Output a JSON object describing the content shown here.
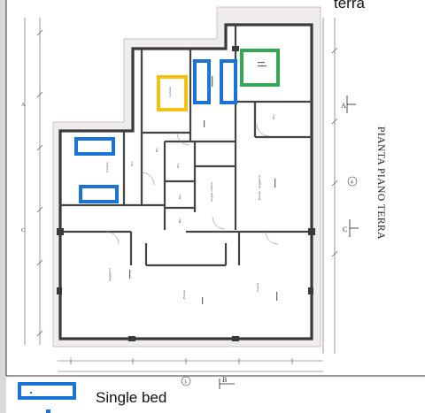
{
  "top_fragment": "terra",
  "plan_title": "PIANTA PIANO TERRA",
  "legend": {
    "single_bed_label": "Single bed"
  },
  "markers": {
    "a": "A",
    "c": "C",
    "b": "B",
    "n4": "4",
    "n3": "3"
  },
  "rooms": {
    "camera_1": "Camera",
    "camera_2": "Camera",
    "wc_1": "W.c.",
    "wc_2": "W.c.",
    "wc_3": "W.c.",
    "rip_1": "Rip.",
    "rip_2": "Rip.",
    "rip_3": "Rip.",
    "angolo": "Angolo cottura",
    "pranzo": "Pranzo - Soggiorno",
    "soggiorno": "Soggiorno",
    "cucina": "Cucina",
    "pranzo_2": "Pranzo"
  },
  "colors": {
    "single_bed": "#1a73d6",
    "double_bed": "#f4c20d",
    "other_bed": "#34a853"
  }
}
